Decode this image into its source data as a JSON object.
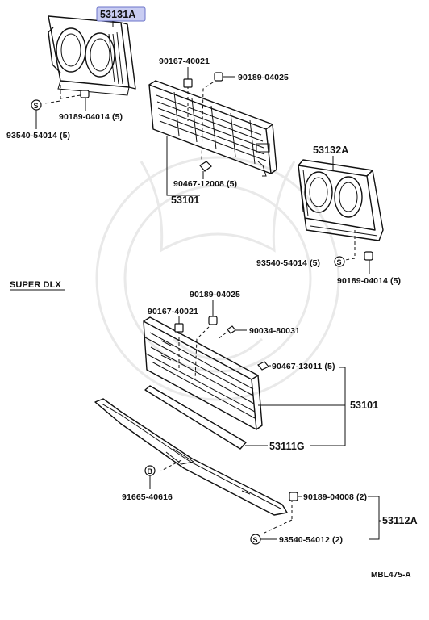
{
  "diagram": {
    "section_label": "SUPER DLX",
    "drawing_code": "MBL475-A",
    "highlighted_part": "53131A",
    "labels": {
      "p53131A": "53131A",
      "p90167_top": "90167-40021",
      "p90189_04025_top": "90189-04025",
      "p90189_04014_left": "90189-04014 (5)",
      "p93540_54014_left": "93540-54014 (5)",
      "p90467_12008": "90467-12008 (5)",
      "p53101_top": "53101",
      "p53132A": "53132A",
      "p93540_54014_right": "93540-54014 (5)",
      "p90189_04014_right": "90189-04014 (5)",
      "p90189_04025_mid": "90189-04025",
      "p90167_mid": "90167-40021",
      "p90034": "90034-80031",
      "p90467_13011": "90467-13011 (5)",
      "p53101_mid": "53101",
      "p53111G": "53111G",
      "p91665": "91665-40616",
      "p90189_04008": "90189-04008 (2)",
      "p53112A": "53112A",
      "p93540_54012": "93540-54012 (2)"
    },
    "markers": {
      "s": "S",
      "b": "B"
    }
  }
}
